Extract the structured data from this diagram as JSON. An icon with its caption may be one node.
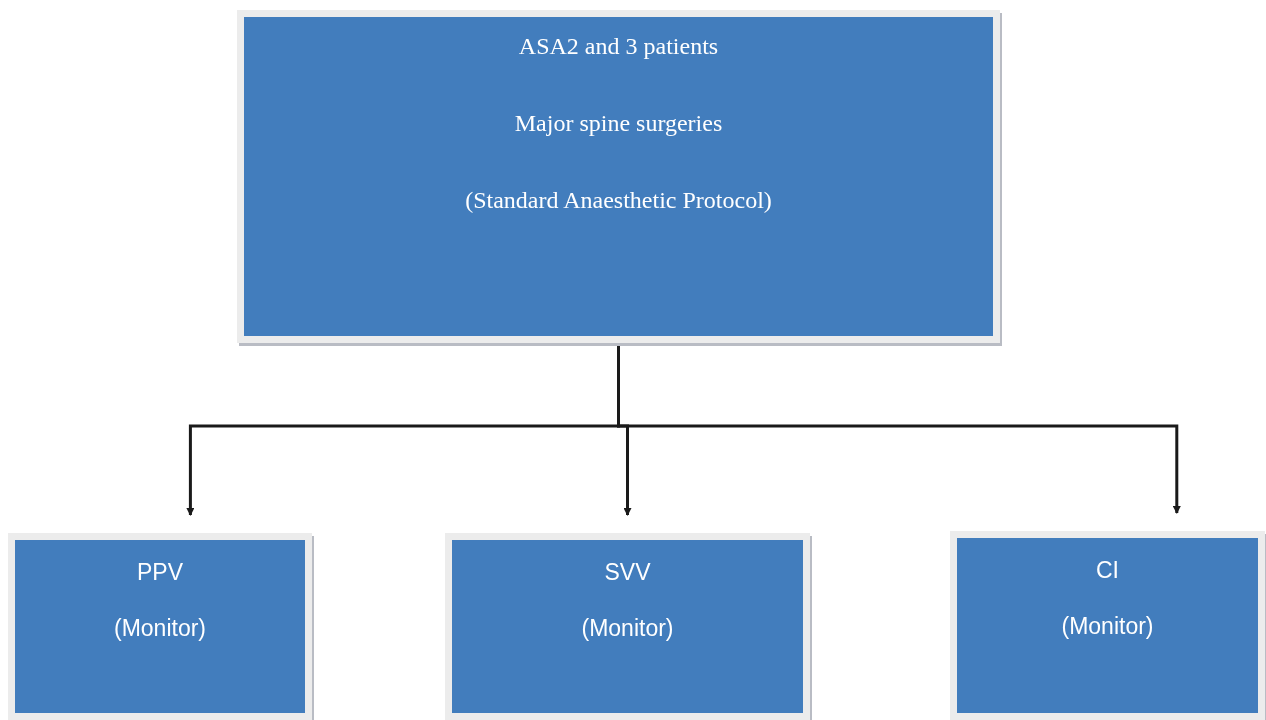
{
  "diagram": {
    "nodes": [
      {
        "text": [
          "ASA2 and 3 patients",
          "Major spine surgeries",
          "(Standard Anaesthetic Protocol)"
        ]
      },
      {
        "text": [
          "PPV",
          "(Monitor)"
        ]
      },
      {
        "text": [
          "SVV",
          "(Monitor)"
        ]
      },
      {
        "text": [
          "CI",
          "(Monitor)"
        ]
      }
    ],
    "edges": [
      {
        "from": 0,
        "to": 1,
        "arrow": "to"
      },
      {
        "from": 0,
        "to": 2,
        "arrow": "to"
      },
      {
        "from": 0,
        "to": 3,
        "arrow": "to"
      }
    ]
  }
}
